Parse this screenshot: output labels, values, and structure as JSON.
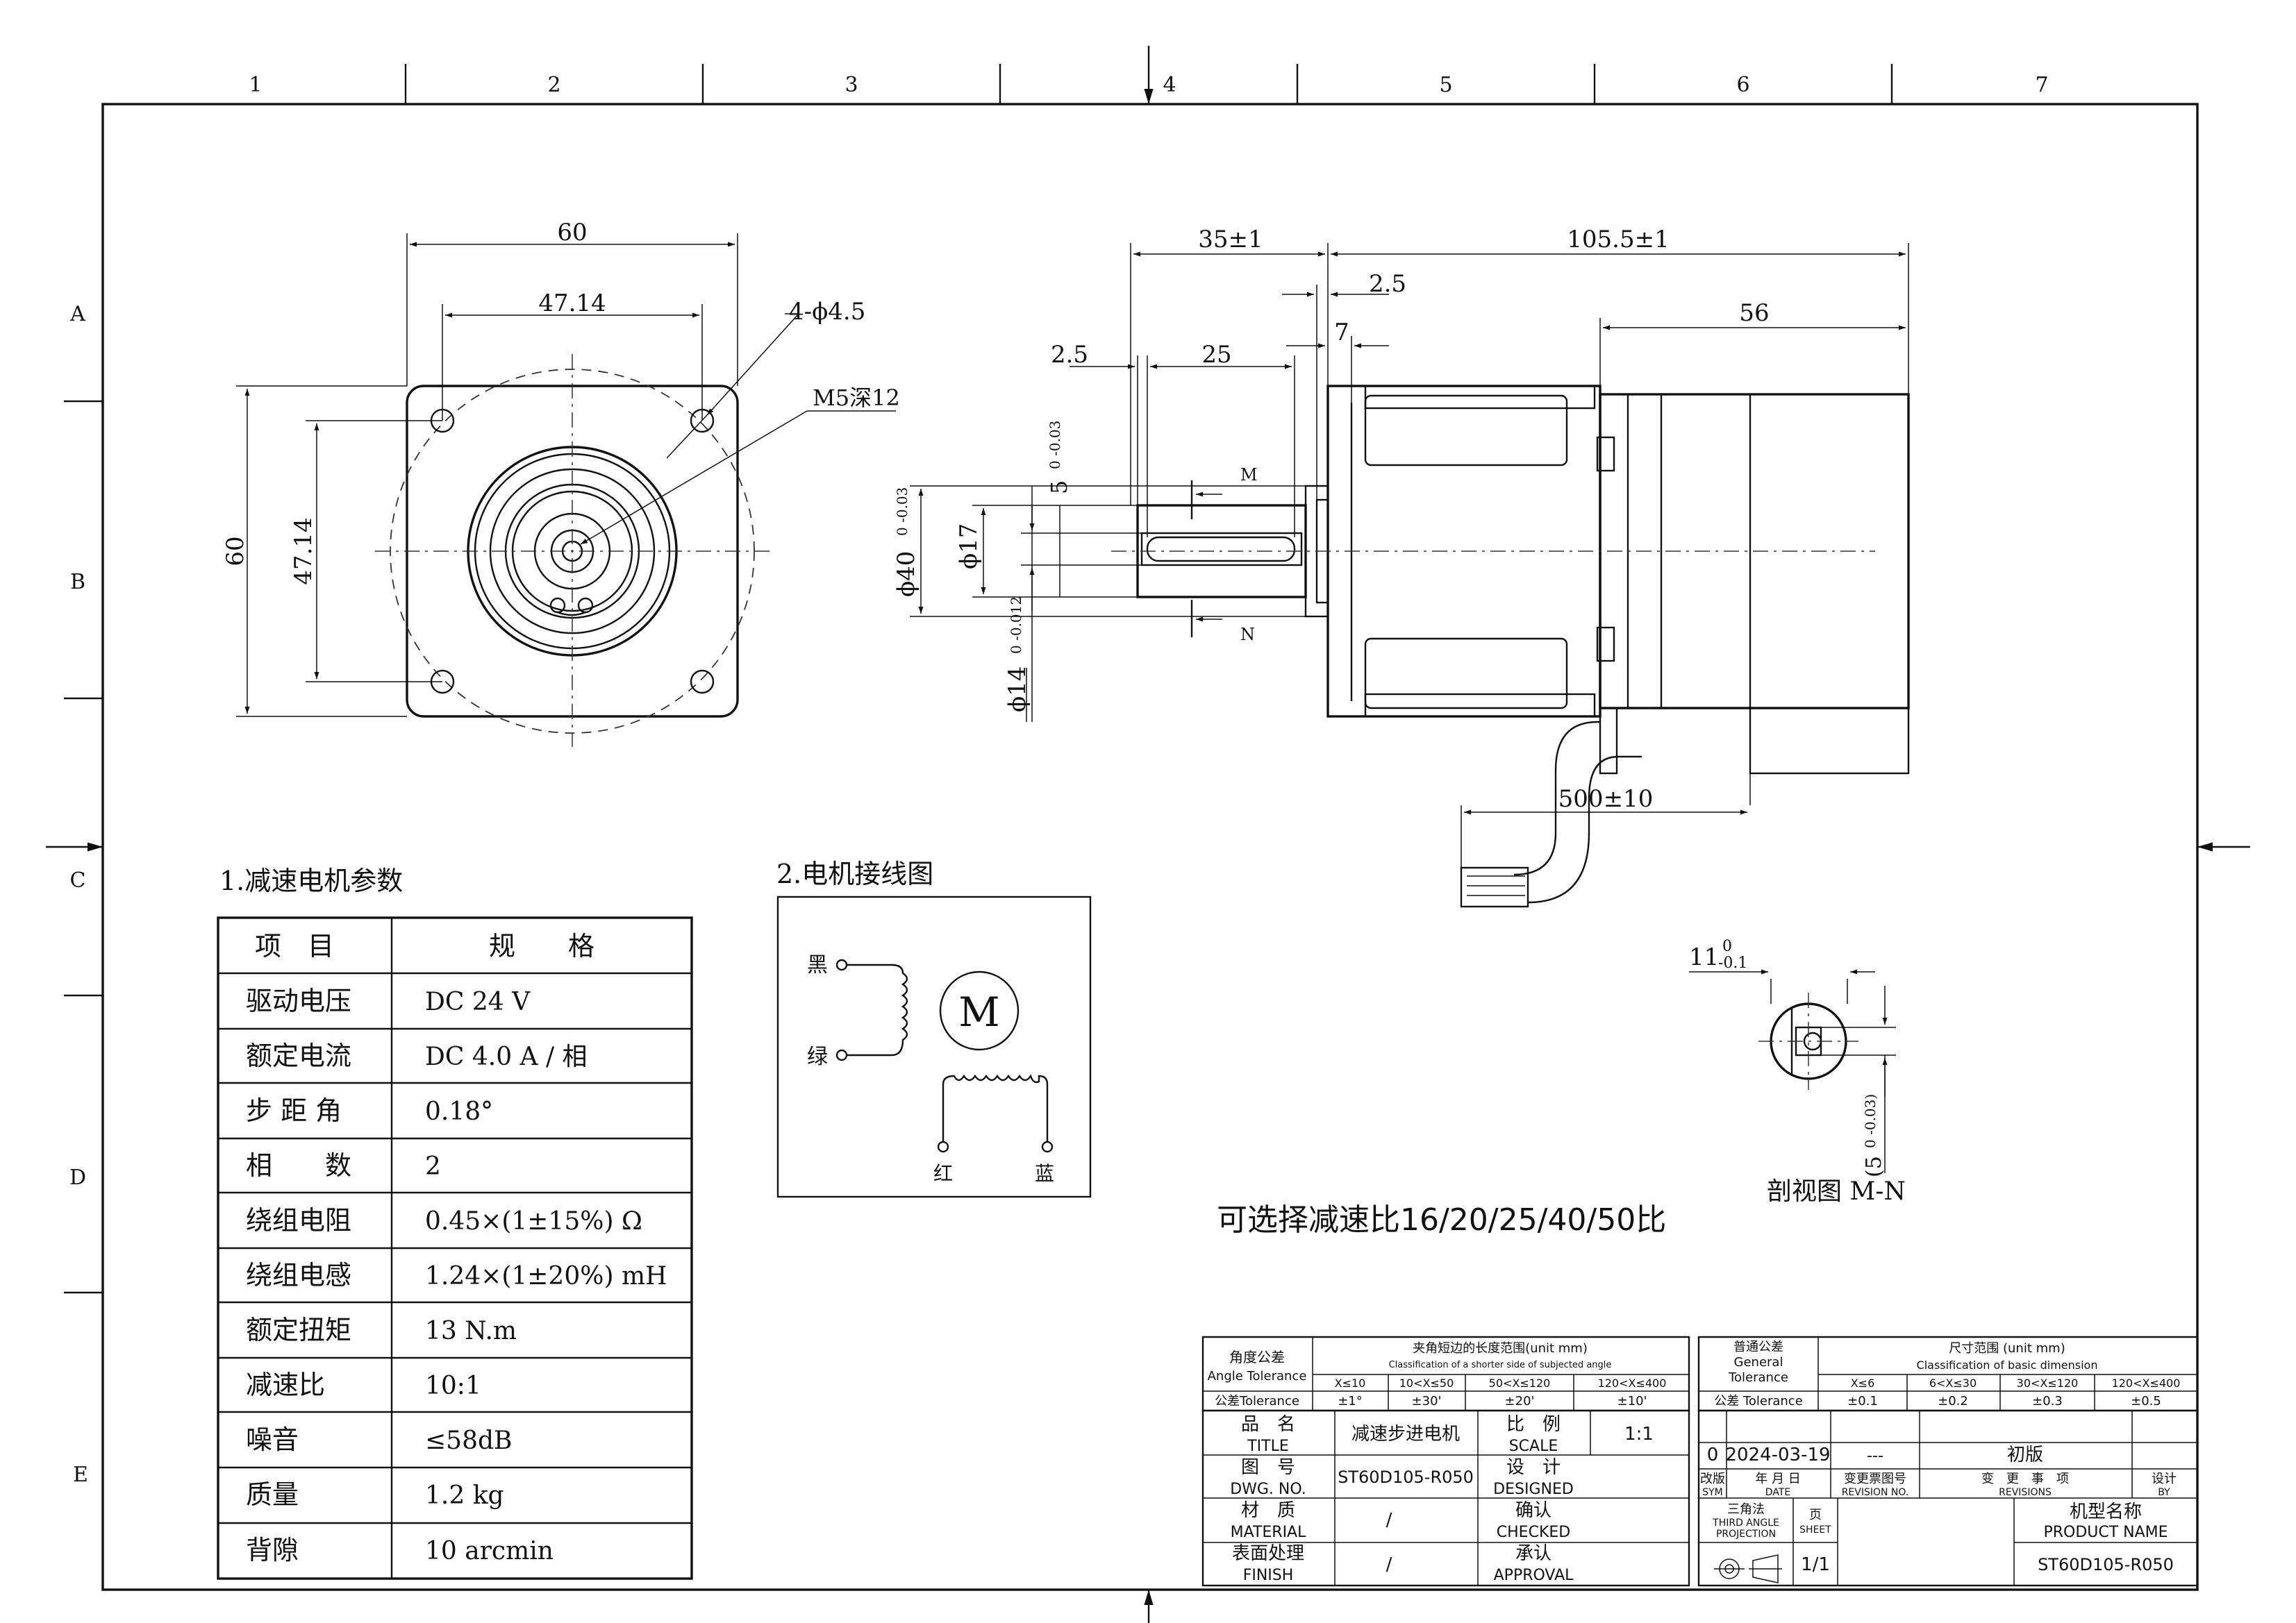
{
  "zones": {
    "columns": [
      "1",
      "2",
      "3",
      "4",
      "5",
      "6",
      "7"
    ],
    "rows": [
      "A",
      "B",
      "C",
      "D",
      "E"
    ]
  },
  "front_view": {
    "dim_width": "60",
    "dim_holes_h": "47.14",
    "dim_height": "60",
    "dim_holes_v": "47.14",
    "note_holes": "4-ϕ4.5",
    "note_thread": "M5深12"
  },
  "side_view": {
    "dim_front": "35±1",
    "dim_body": "105.5±1",
    "dim_flange": "2.5",
    "dim_step": "7",
    "dim_rear": "56",
    "dim_shaft_offset": "2.5",
    "dim_key": "25",
    "dim_key_width": "5",
    "dim_key_width_tol": "0\n-0.03",
    "dim_pilot": "ϕ40",
    "dim_pilot_tol": "0\n-0.03",
    "dim_hub": "ϕ17",
    "dim_shaft": "ϕ14",
    "dim_shaft_tol": "0\n-0.012",
    "dim_cable": "500±10",
    "section_m": "M",
    "section_n": "N"
  },
  "section_view": {
    "dim_flat": "11",
    "dim_flat_tol_top": "0",
    "dim_flat_tol_bot": "-0.1",
    "dim_key": "(5",
    "dim_key_tol": "0\n-0.03)",
    "caption": "剖视图 M-N"
  },
  "ratio_note": "可选择减速比16/20/25/40/50比",
  "params": {
    "title": "1.减速电机参数",
    "header": [
      "项　目",
      "规　　格"
    ],
    "rows": [
      [
        "驱动电压",
        "DC 24  V"
      ],
      [
        "额定电流",
        "DC 4.0 A / 相"
      ],
      [
        "步 距 角",
        "0.18°"
      ],
      [
        "相　　数",
        "2"
      ],
      [
        "绕组电阻",
        "0.45×(1±15%) Ω"
      ],
      [
        "绕组电感",
        "1.24×(1±20%) mH"
      ],
      [
        "额定扭矩",
        "13 N.m"
      ],
      [
        "减速比",
        "10:1"
      ],
      [
        "噪音",
        "≤58dB"
      ],
      [
        "质量",
        "1.2  kg"
      ],
      [
        "背隙",
        "10  arcmin"
      ]
    ]
  },
  "wiring": {
    "title": "2.电机接线图",
    "motor_symbol": "M",
    "wire_black": "黑",
    "wire_green": "绿",
    "wire_red": "红",
    "wire_blue": "蓝"
  },
  "title_block": {
    "angle_tol_cn": "角度公差",
    "angle_tol_en": "Angle Tolerance",
    "angle_range_cn": "夹角短边的长度范围(unit mm)",
    "angle_range_en": "Classification of a shorter side of subjected angle",
    "angle_ranges": [
      "X≤10",
      "10<X≤50",
      "50<X≤120",
      "120<X≤400"
    ],
    "angle_tol_label": "公差Tolerance",
    "angle_tols": [
      "±1°",
      "±30'",
      "±20'",
      "±10'"
    ],
    "gen_tol_cn": "普通公差",
    "gen_tol_en1": "General",
    "gen_tol_en2": "Tolerance",
    "dim_range_cn": "尺寸范围 (unit mm)",
    "dim_range_en": "Classification of basic dimension",
    "dim_ranges": [
      "X≤6",
      "6<X≤30",
      "30<X≤120",
      "120<X≤400"
    ],
    "dim_tol_label": "公差 Tolerance",
    "dim_tols": [
      "±0.1",
      "±0.2",
      "±0.3",
      "±0.5"
    ],
    "title_cn": "品　名",
    "title_en": "TITLE",
    "title_value": "减速步进电机",
    "scale_cn": "比　例",
    "scale_en": "SCALE",
    "scale_value": "1:1",
    "dwg_cn": "图　号",
    "dwg_en": "DWG. NO.",
    "dwg_value": "ST60D105-R050",
    "designed_cn": "设　计",
    "designed_en": "DESIGNED",
    "material_cn": "材　质",
    "material_en": "MATERIAL",
    "material_value": "/",
    "checked_cn": "确认",
    "checked_en": "CHECKED",
    "finish_cn": "表面处理",
    "finish_en": "FINISH",
    "finish_value": "/",
    "approval_cn": "承认",
    "approval_en": "APPROVAL",
    "rev_sym": "0",
    "rev_date": "2024-03-19",
    "rev_no": "---",
    "rev_desc": "初版",
    "rev_sym_cn": "改版",
    "rev_sym_en": "SYM",
    "rev_date_cn": "年 月 日",
    "rev_date_en": "DATE",
    "rev_no_cn": "变更票图号",
    "rev_no_en": "REVISION NO.",
    "rev_desc_cn": "变　更　事　项",
    "rev_desc_en": "REVISIONS",
    "rev_by_cn": "设计",
    "rev_by_en": "BY",
    "proj_cn": "三角法",
    "proj_en1": "THIRD ANGLE",
    "proj_en2": "PROJECTION",
    "sheet_cn": "页",
    "sheet_en": "SHEET",
    "sheet_value": "1/1",
    "product_cn": "机型名称",
    "product_en": "PRODUCT NAME",
    "product_value": "ST60D105-R050"
  }
}
